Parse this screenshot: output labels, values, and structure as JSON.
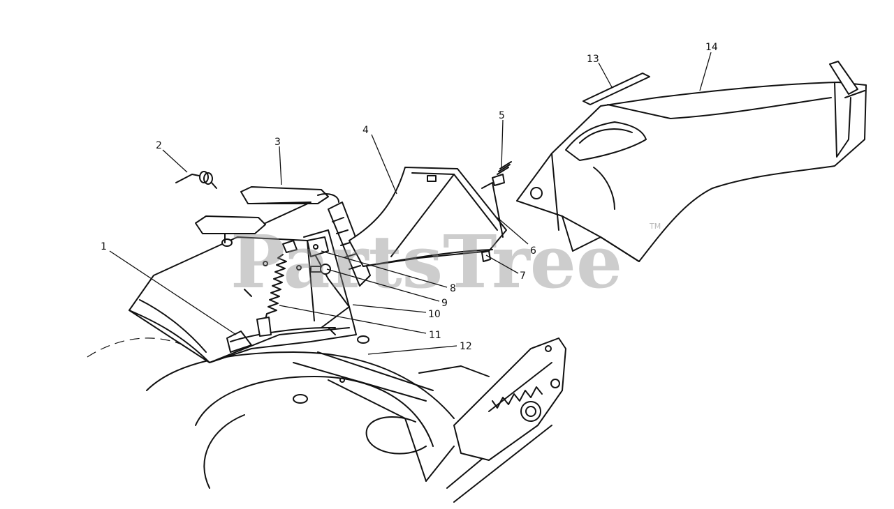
{
  "watermark": {
    "text": "PartsTree",
    "trademark": "TM"
  },
  "callouts": {
    "c1": "1",
    "c2": "2",
    "c3": "3",
    "c4": "4",
    "c5": "5",
    "c6": "6",
    "c7": "7",
    "c8": "8",
    "c9": "9",
    "c10": "10",
    "c11": "11",
    "c12": "12",
    "c13": "13",
    "c14": "14"
  }
}
